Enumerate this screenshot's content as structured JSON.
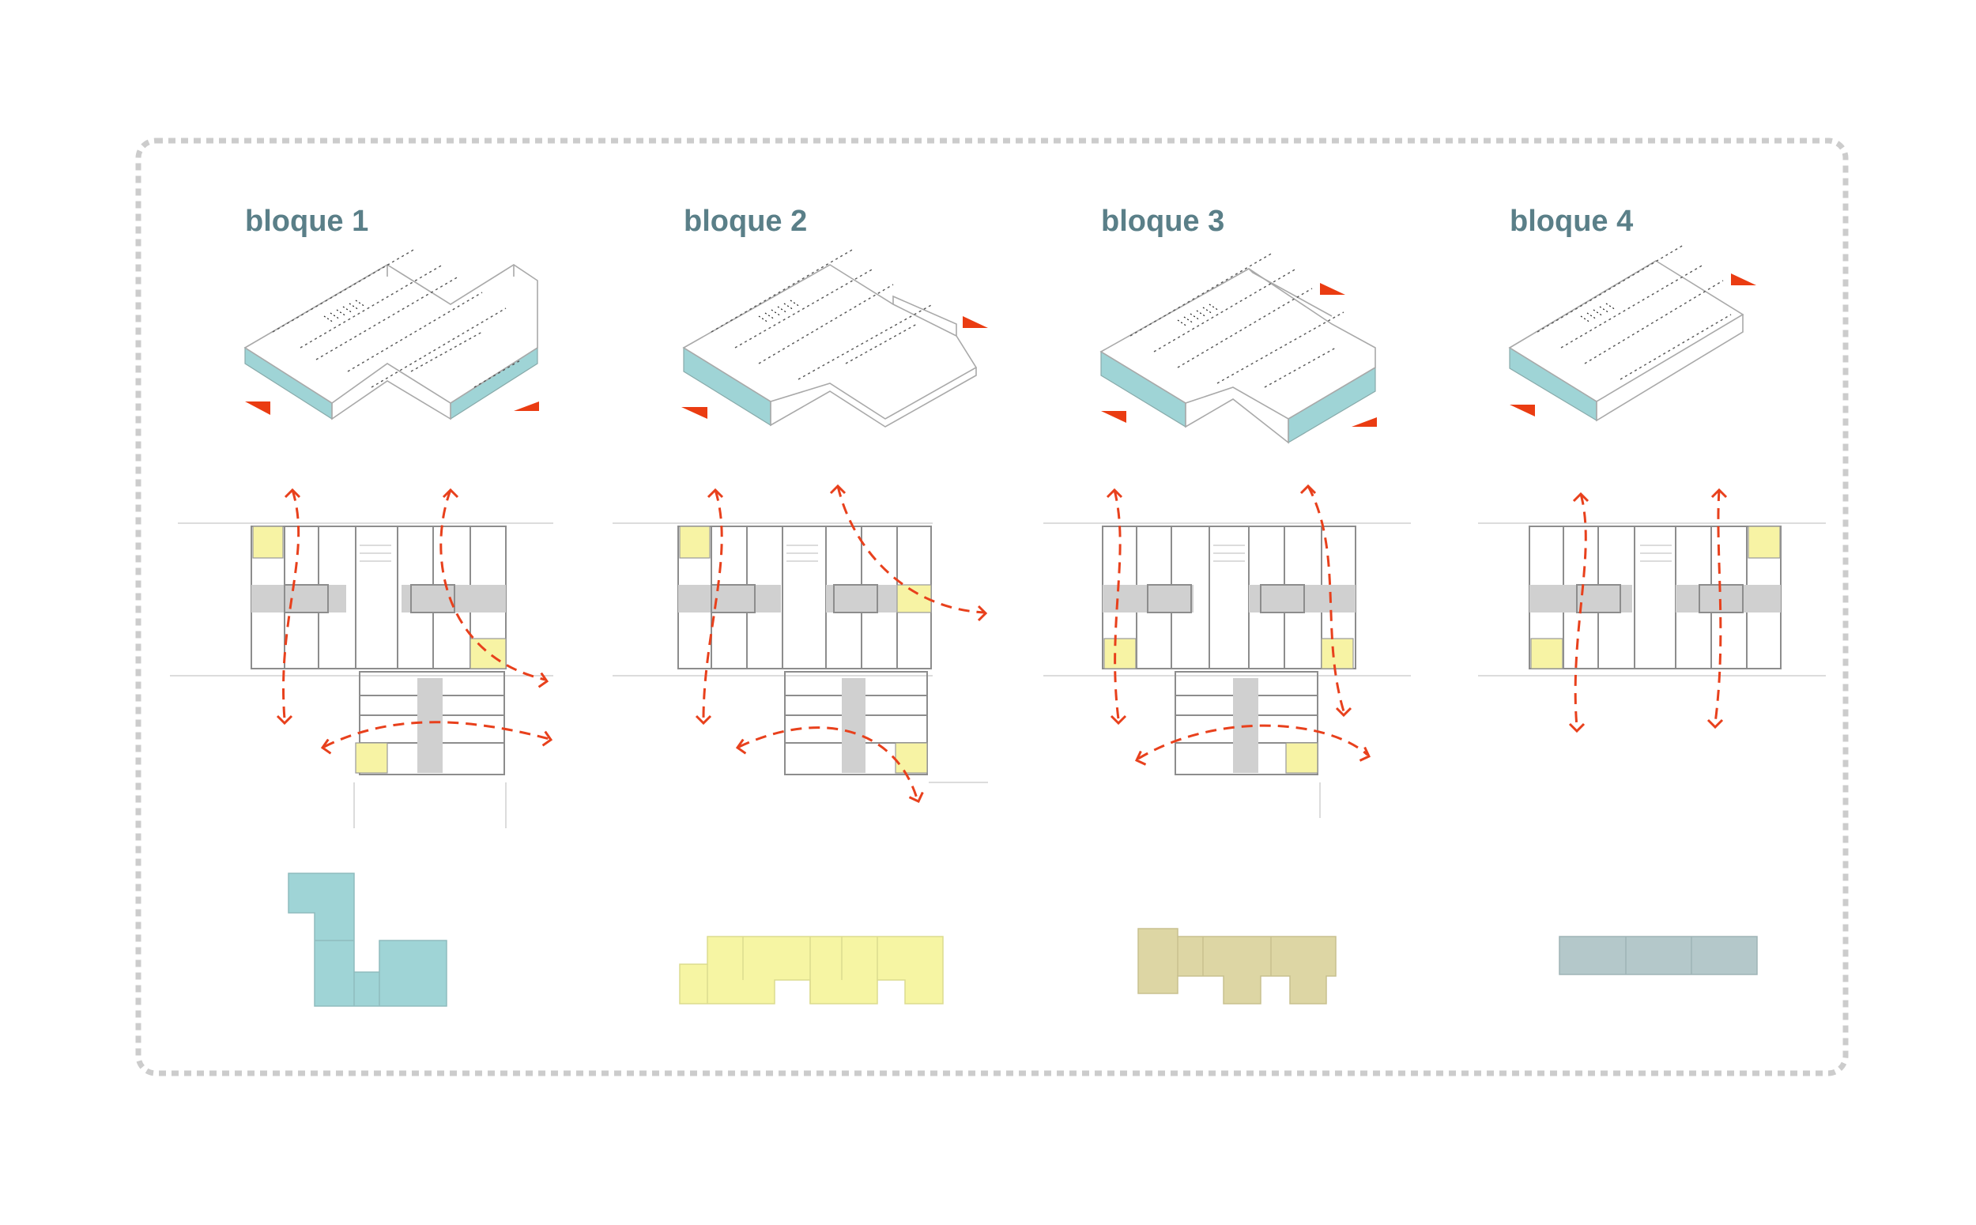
{
  "blocks": [
    {
      "title": "bloque 1",
      "footprint_color": "#9fd4d6"
    },
    {
      "title": "bloque 2",
      "footprint_color": "#f6f5a3"
    },
    {
      "title": "bloque 3",
      "footprint_color": "#ddd6a4"
    },
    {
      "title": "bloque 4",
      "footprint_color": "#b4c8ca"
    }
  ],
  "colors": {
    "frame": "#cccccc",
    "title": "#5a7f88",
    "facade_cyan": "#9fd4d6",
    "orientation_triangle": "#ea3c12",
    "circulation_arrows": "#e8401c",
    "corridor_gray": "#d0d0d0",
    "highlight_yellow": "#f7f3a4"
  }
}
